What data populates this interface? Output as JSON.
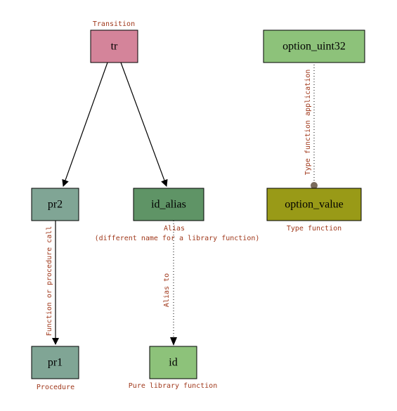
{
  "colors": {
    "transition": "#d4849a",
    "procedure": "#80a595",
    "alias": "#5f9466",
    "library_function": "#8dc27a",
    "type_function": "#999a17",
    "caption": "#a0391c",
    "dot": "#7a6b5c"
  },
  "nodes": {
    "tr": {
      "label": "tr",
      "caption": "Transition"
    },
    "pr2": {
      "label": "pr2"
    },
    "pr1": {
      "label": "pr1",
      "caption": "Procedure"
    },
    "id_alias": {
      "label": "id_alias",
      "caption_line1": "Alias",
      "caption_line2": "(different name for a library function)"
    },
    "id": {
      "label": "id",
      "caption": "Pure library function"
    },
    "option_uint32": {
      "label": "option_uint32"
    },
    "option_value": {
      "label": "option_value",
      "caption": "Type function"
    }
  },
  "edges": {
    "call": {
      "label": "Function or procedure call"
    },
    "alias_to": {
      "label": "Alias to"
    },
    "type_app": {
      "label": "Type function application"
    }
  }
}
